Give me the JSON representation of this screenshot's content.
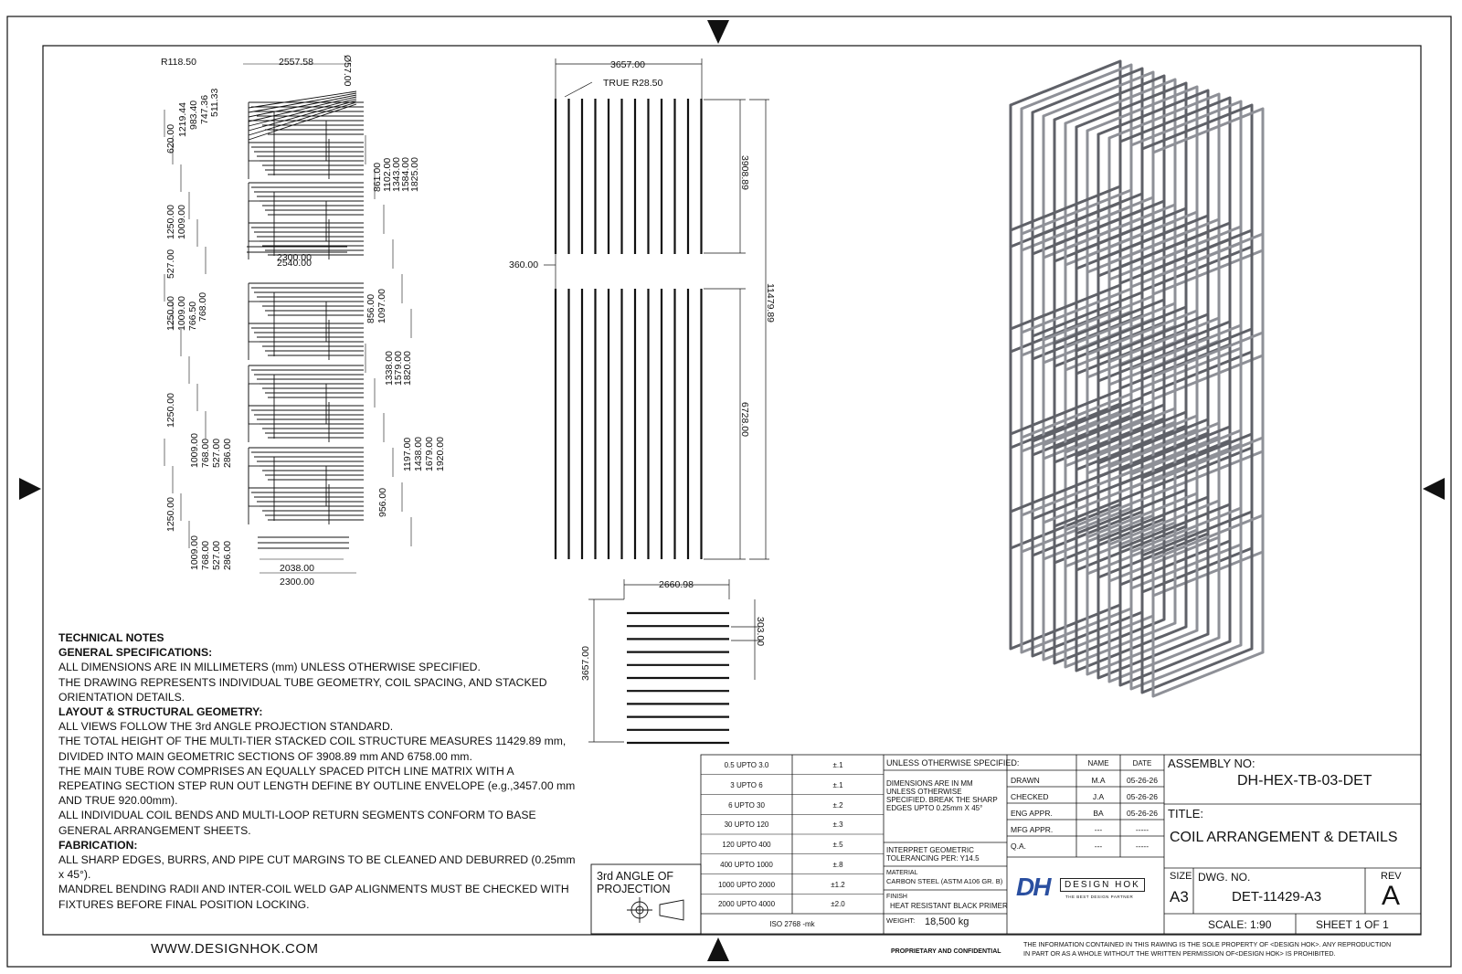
{
  "left_view_dims": [
    "R118.50",
    "2557.58",
    "Ø57.00",
    "1219.44",
    "983.40",
    "747.36",
    "511.33",
    "620.00",
    "861.00",
    "1102.00",
    "1343.00",
    "1584.00",
    "1825.00",
    "1250.00",
    "1009.00",
    "2300.00",
    "2540.00",
    "527.00",
    "1250.00",
    "1009.00",
    "766.50",
    "768.00",
    "856.00",
    "1097.00",
    "1338.00",
    "1579.00",
    "1820.00",
    "1250.00",
    "1009.00",
    "768.00",
    "527.00",
    "286.00",
    "1197.00",
    "1438.00",
    "1679.00",
    "1920.00",
    "1250.00",
    "956.00",
    "1009.00",
    "768.00",
    "527.00",
    "286.00",
    "2038.00",
    "2300.00"
  ],
  "mid_view_dims": {
    "width": "3657.00",
    "radius": "TRUE R28.50",
    "upper": "3908.89",
    "overall": "11479.89",
    "lower": "6728.00",
    "offset": "360.00",
    "bottom_width": "2660.98",
    "bottom_height": "3657.00",
    "pitch": "303.00"
  },
  "notes": {
    "title": "TECHNICAL NOTES",
    "general_h": "GENERAL SPECIFICATIONS:",
    "general": [
      "ALL DIMENSIONS ARE IN MILLIMETERS (mm) UNLESS OTHERWISE SPECIFIED.",
      "THE DRAWING REPRESENTS INDIVIDUAL TUBE GEOMETRY, COIL SPACING, AND STACKED ORIENTATION DETAILS."
    ],
    "layout_h": "LAYOUT & STRUCTURAL GEOMETRY:",
    "layout": [
      "ALL VIEWS FOLLOW THE 3rd ANGLE PROJECTION STANDARD.",
      "THE TOTAL HEIGHT OF THE MULTI-TIER STACKED COIL STRUCTURE MEASURES 11429.89 mm, DIVIDED INTO MAIN GEOMETRIC SECTIONS OF 3908.89 mm AND 6758.00 mm.",
      "THE MAIN TUBE ROW COMPRISES AN EQUALLY SPACED PITCH LINE MATRIX WITH A REPEATING SECTION STEP RUN OUT LENGTH DEFINE BY OUTLINE ENVELOPE (e.g.,3457.00 mm AND TRUE 920.00mm).",
      "ALL INDIVIDUAL COIL BENDS AND MULTI-LOOP RETURN SEGMENTS CONFORM TO BASE GENERAL ARRANGEMENT SHEETS."
    ],
    "fab_h": "FABRICATION:",
    "fab": [
      "ALL SHARP EDGES, BURRS, AND PIPE CUT MARGINS TO BE CLEANED AND DEBURRED (0.25mm x 45°).",
      "MANDREL BENDING RADII AND INTER-COIL WELD GAP ALIGNMENTS MUST BE CHECKED WITH FIXTURES BEFORE FINAL POSITION LOCKING."
    ]
  },
  "projection": {
    "label1": "3rd ANGLE OF",
    "label2": "PROJECTION"
  },
  "tolerance": {
    "rows": [
      [
        "0.5 UPTO 3.0",
        "±.1"
      ],
      [
        "3 UPTO 6",
        "±.1"
      ],
      [
        "6 UPTO 30",
        "±.2"
      ],
      [
        "30 UPTO 120",
        "±.3"
      ],
      [
        "120 UPTO 400",
        "±.5"
      ],
      [
        "400 UPTO 1000",
        "±.8"
      ],
      [
        "1000 UPTO 2000",
        "±1.2"
      ],
      [
        "2000 UPTO 4000",
        "±2.0"
      ]
    ],
    "footer": "ISO 2768 -mk"
  },
  "spec": {
    "head": "UNLESS OTHERWISE SPECIFIED:",
    "dims": "DIMENSIONS ARE IN MM UNLESS OTHERWISE SPECIFIED. BREAK THE SHARP EDGES UPTO 0.25mm X 45°",
    "interp": "INTERPRET GEOMETRIC TOLERANCING PER: Y14.5",
    "material_l": "MATERIAL",
    "material": "CARBON STEEL (ASTM A106 GR. B)",
    "finish_l": "FINISH",
    "finish": "HEAT RESISTANT BLACK PRIMER",
    "weight_l": "WEIGHT:",
    "weight": "18,500 kg"
  },
  "approvals": {
    "head": [
      "NAME",
      "DATE"
    ],
    "rows": [
      [
        "DRAWN",
        "M.A",
        "05-26-26"
      ],
      [
        "CHECKED",
        "J.A",
        "05-26-26"
      ],
      [
        "ENG APPR.",
        "BA",
        "05-26-26"
      ],
      [
        "MFG APPR.",
        "---",
        "-----"
      ],
      [
        "Q.A.",
        "---",
        "-----"
      ]
    ]
  },
  "company": {
    "name": "DESIGN HOK",
    "tag": "THE BEST DESIGN PARTNER",
    "logo": "DH"
  },
  "title_block": {
    "assembly_l": "ASSEMBLY NO:",
    "assembly": "DH-HEX-TB-03-DET",
    "title_l": "TITLE:",
    "title": "COIL ARRANGEMENT & DETAILS",
    "size_l": "SIZE",
    "size": "A3",
    "dwg_l": "DWG.  NO.",
    "dwg": "DET-11429-A3",
    "rev_l": "REV",
    "rev": "A",
    "scale": "SCALE: 1:90",
    "sheet": "SHEET 1 OF 1"
  },
  "confidential": "PROPRIETARY AND CONFIDENTIAL",
  "disclaimer1": "THE INFORMATION CONTAINED IN THIS RAWING IS THE SOLE PROPERTY OF <DESIGN HOK>.  ANY REPRODUCTION",
  "disclaimer2": "IN PART OR AS A WHOLE WITHOUT THE WRITTEN PERMISSION OF<DESIGN HOK> IS PROHIBITED.",
  "website": "WWW.DESIGNHOK.COM",
  "colors": {
    "line": "#111111",
    "tube": "#8e9097",
    "tube_dark": "#5f6168"
  }
}
